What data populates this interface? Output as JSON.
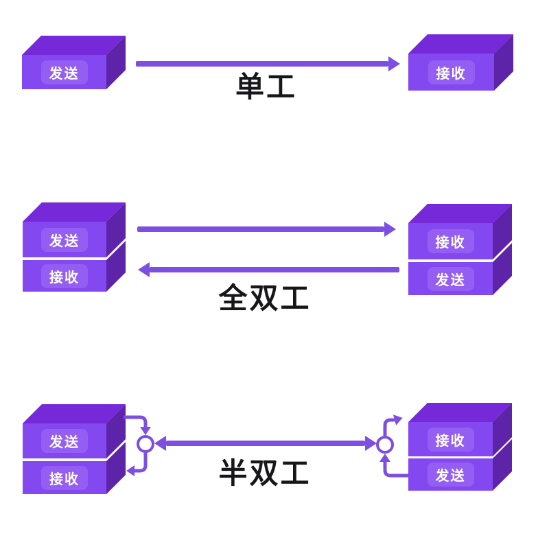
{
  "colors": {
    "front_face": "#8448f0",
    "top_face": "#7529d8",
    "side_face": "#5d23a8",
    "arrow": "#7d4ee2",
    "title_color": "#17171b",
    "box_label_color": "#ffffff"
  },
  "sections": [
    {
      "id": "simplex",
      "title": "单工",
      "left_box": {
        "labels": [
          "发送"
        ]
      },
      "right_box": {
        "labels": [
          "接收"
        ]
      }
    },
    {
      "id": "full-duplex",
      "title": "全双工",
      "left_box": {
        "labels": [
          "发送",
          "接收"
        ]
      },
      "right_box": {
        "labels": [
          "接收",
          "发送"
        ]
      }
    },
    {
      "id": "half-duplex",
      "title": "半双工",
      "left_box": {
        "labels": [
          "发送",
          "接收"
        ]
      },
      "right_box": {
        "labels": [
          "接收",
          "发送"
        ]
      }
    }
  ]
}
